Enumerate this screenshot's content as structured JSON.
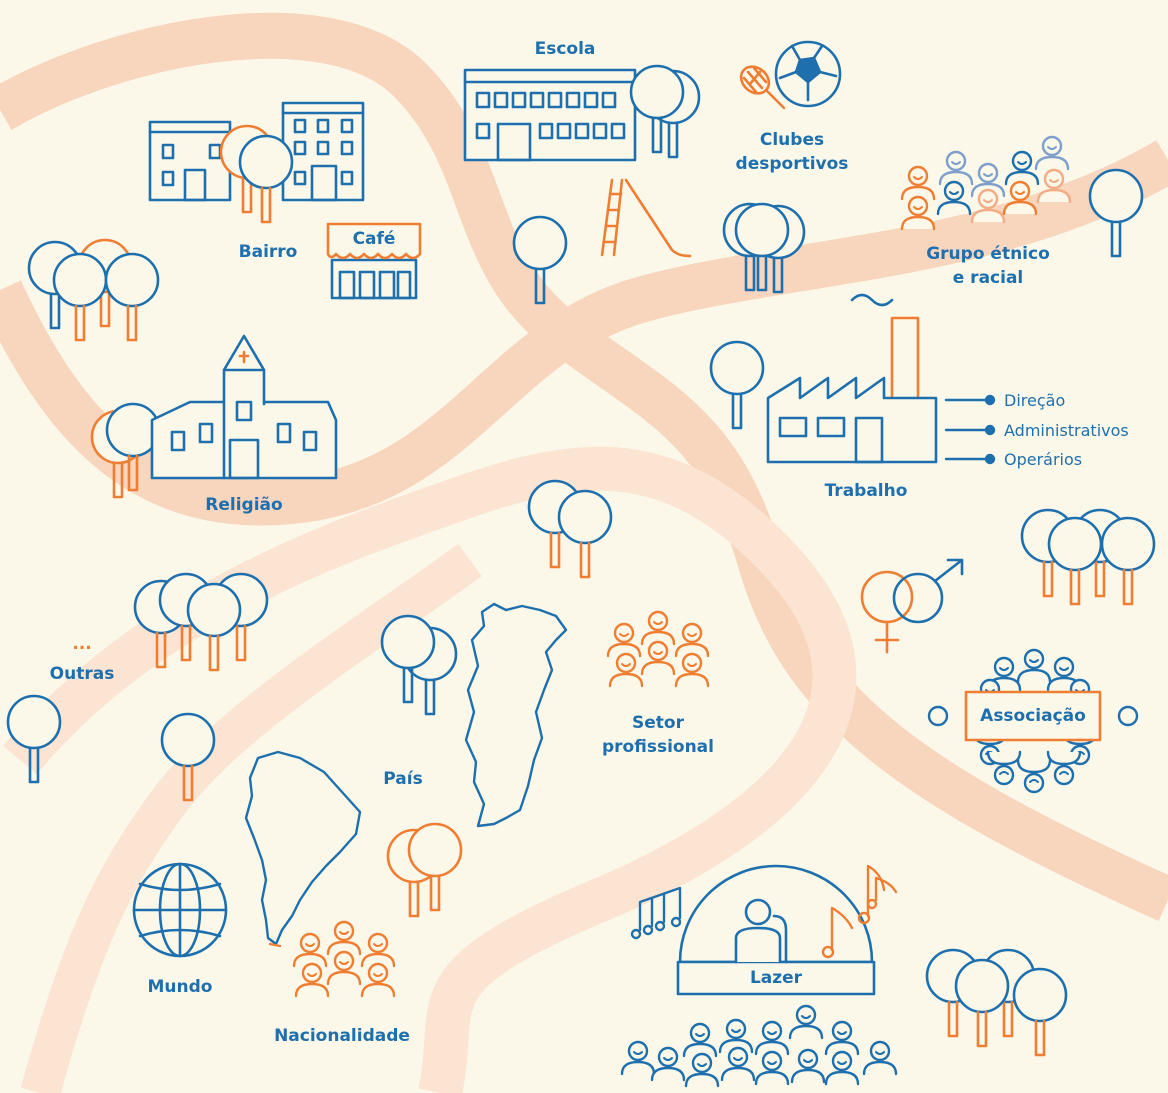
{
  "colors": {
    "background": "#fbf8e9",
    "blue": "#1e6fae",
    "orange": "#ef7d32",
    "road": "#f8d5bd",
    "road_light": "#fbe4d2"
  },
  "labels": {
    "escola": "Escola",
    "clubes_line1": "Clubes",
    "clubes_line2": "desportivos",
    "bairro": "Bairro",
    "cafe": "Café",
    "grupo_line1": "Grupo étnico",
    "grupo_line2": "e racial",
    "religiao": "Religião",
    "trabalho": "Trabalho",
    "outras_dots": "...",
    "outras": "Outras",
    "setor_line1": "Setor",
    "setor_line2": "profissional",
    "associacao": "Associação",
    "pais": "País",
    "mundo": "Mundo",
    "nacionalidade": "Nacionalidade",
    "lazer": "Lazer"
  },
  "trabalho_roles": [
    "Direção",
    "Administrativos",
    "Operários"
  ],
  "icons": [
    "school-icon",
    "tennis-racket-icon",
    "football-icon",
    "building-icon",
    "cafe-icon",
    "people-group-icon",
    "church-icon",
    "factory-icon",
    "slide-icon",
    "gender-symbols-icon",
    "association-table-icon",
    "portugal-map-icon",
    "south-america-map-icon",
    "globe-icon",
    "stage-icon",
    "music-note-icon",
    "tree-icon"
  ]
}
